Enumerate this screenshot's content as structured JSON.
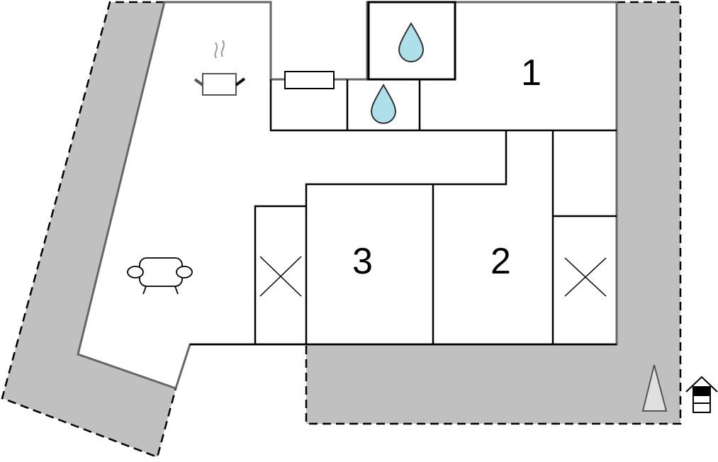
{
  "title": "Floor plan",
  "rooms": [
    {
      "label": "1",
      "type": "bedroom"
    },
    {
      "label": "2",
      "type": "bedroom"
    },
    {
      "label": "3",
      "type": "bedroom"
    }
  ],
  "icons": [
    "cooking-pot-icon",
    "sofa-icon",
    "water-drop-icon",
    "north-arrow-icon",
    "house-floor-icon",
    "closet-x-icon"
  ],
  "colors": {
    "terrace": "#c0c0c0",
    "water": "#aee0ea",
    "wall": "#000000"
  }
}
